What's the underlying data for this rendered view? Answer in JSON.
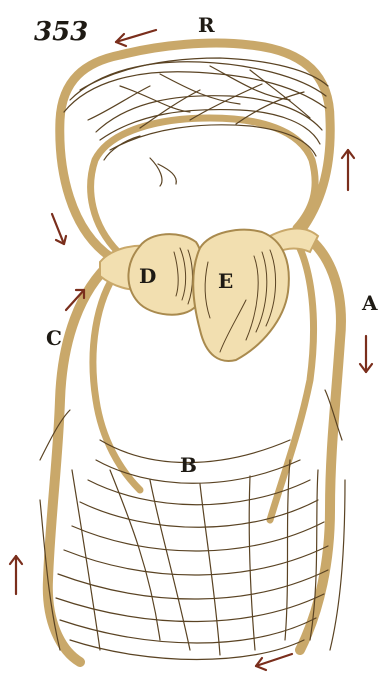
{
  "figure": {
    "number": "353",
    "labels": {
      "R": "R",
      "D": "D",
      "E": "E",
      "A": "A",
      "B": "B",
      "C": "C"
    }
  },
  "colors": {
    "vessel_fill": "#f2dfb0",
    "vessel_edge": "#c9a86a",
    "ink": "#5a4323",
    "arrow": "#7a2e1c"
  }
}
